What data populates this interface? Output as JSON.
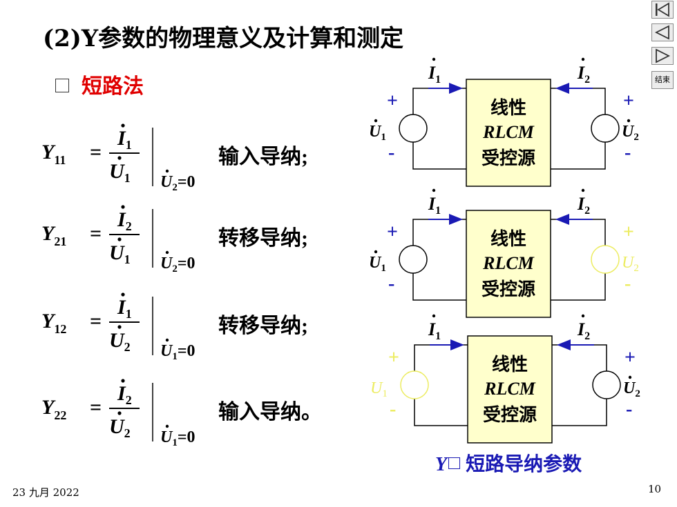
{
  "title": "(2)Y参数的物理意义及计算和测定",
  "method": "短路法",
  "equations": [
    {
      "lhs_sub": "11",
      "num_sub": "1",
      "den_sub": "1",
      "cond_sub": "2",
      "cond_eq": "=0",
      "desc": "输入导纳;"
    },
    {
      "lhs_sub": "21",
      "num_sub": "2",
      "den_sub": "1",
      "cond_sub": "2",
      "cond_eq": "=0",
      "desc": "转移导纳;"
    },
    {
      "lhs_sub": "12",
      "num_sub": "1",
      "den_sub": "2",
      "cond_sub": "1",
      "cond_eq": "=0",
      "desc": "转移导纳;"
    },
    {
      "lhs_sub": "22",
      "num_sub": "2",
      "den_sub": "2",
      "cond_sub": "1",
      "cond_eq": "=0",
      "desc": "输入导纳。"
    }
  ],
  "symbols": {
    "Y": "Y",
    "I": "I",
    "U": "U",
    "eq": "="
  },
  "circuit": {
    "box_line1": "线性",
    "box_line2": "RLCM",
    "box_line3": "受控源",
    "plus": "+",
    "minus": "-",
    "sub1": "1",
    "sub2": "2"
  },
  "caption": {
    "y": "Y",
    "text": "短路导纳参数"
  },
  "footer_date": "23 九月 2022",
  "page_number": "10",
  "nav": {
    "end_label": "结束"
  },
  "colors": {
    "title": "#000000",
    "bullet": "#e00000",
    "arrow": "#1a1ab4",
    "box_fill": "#ffffcc",
    "faded": "#ecec60"
  }
}
